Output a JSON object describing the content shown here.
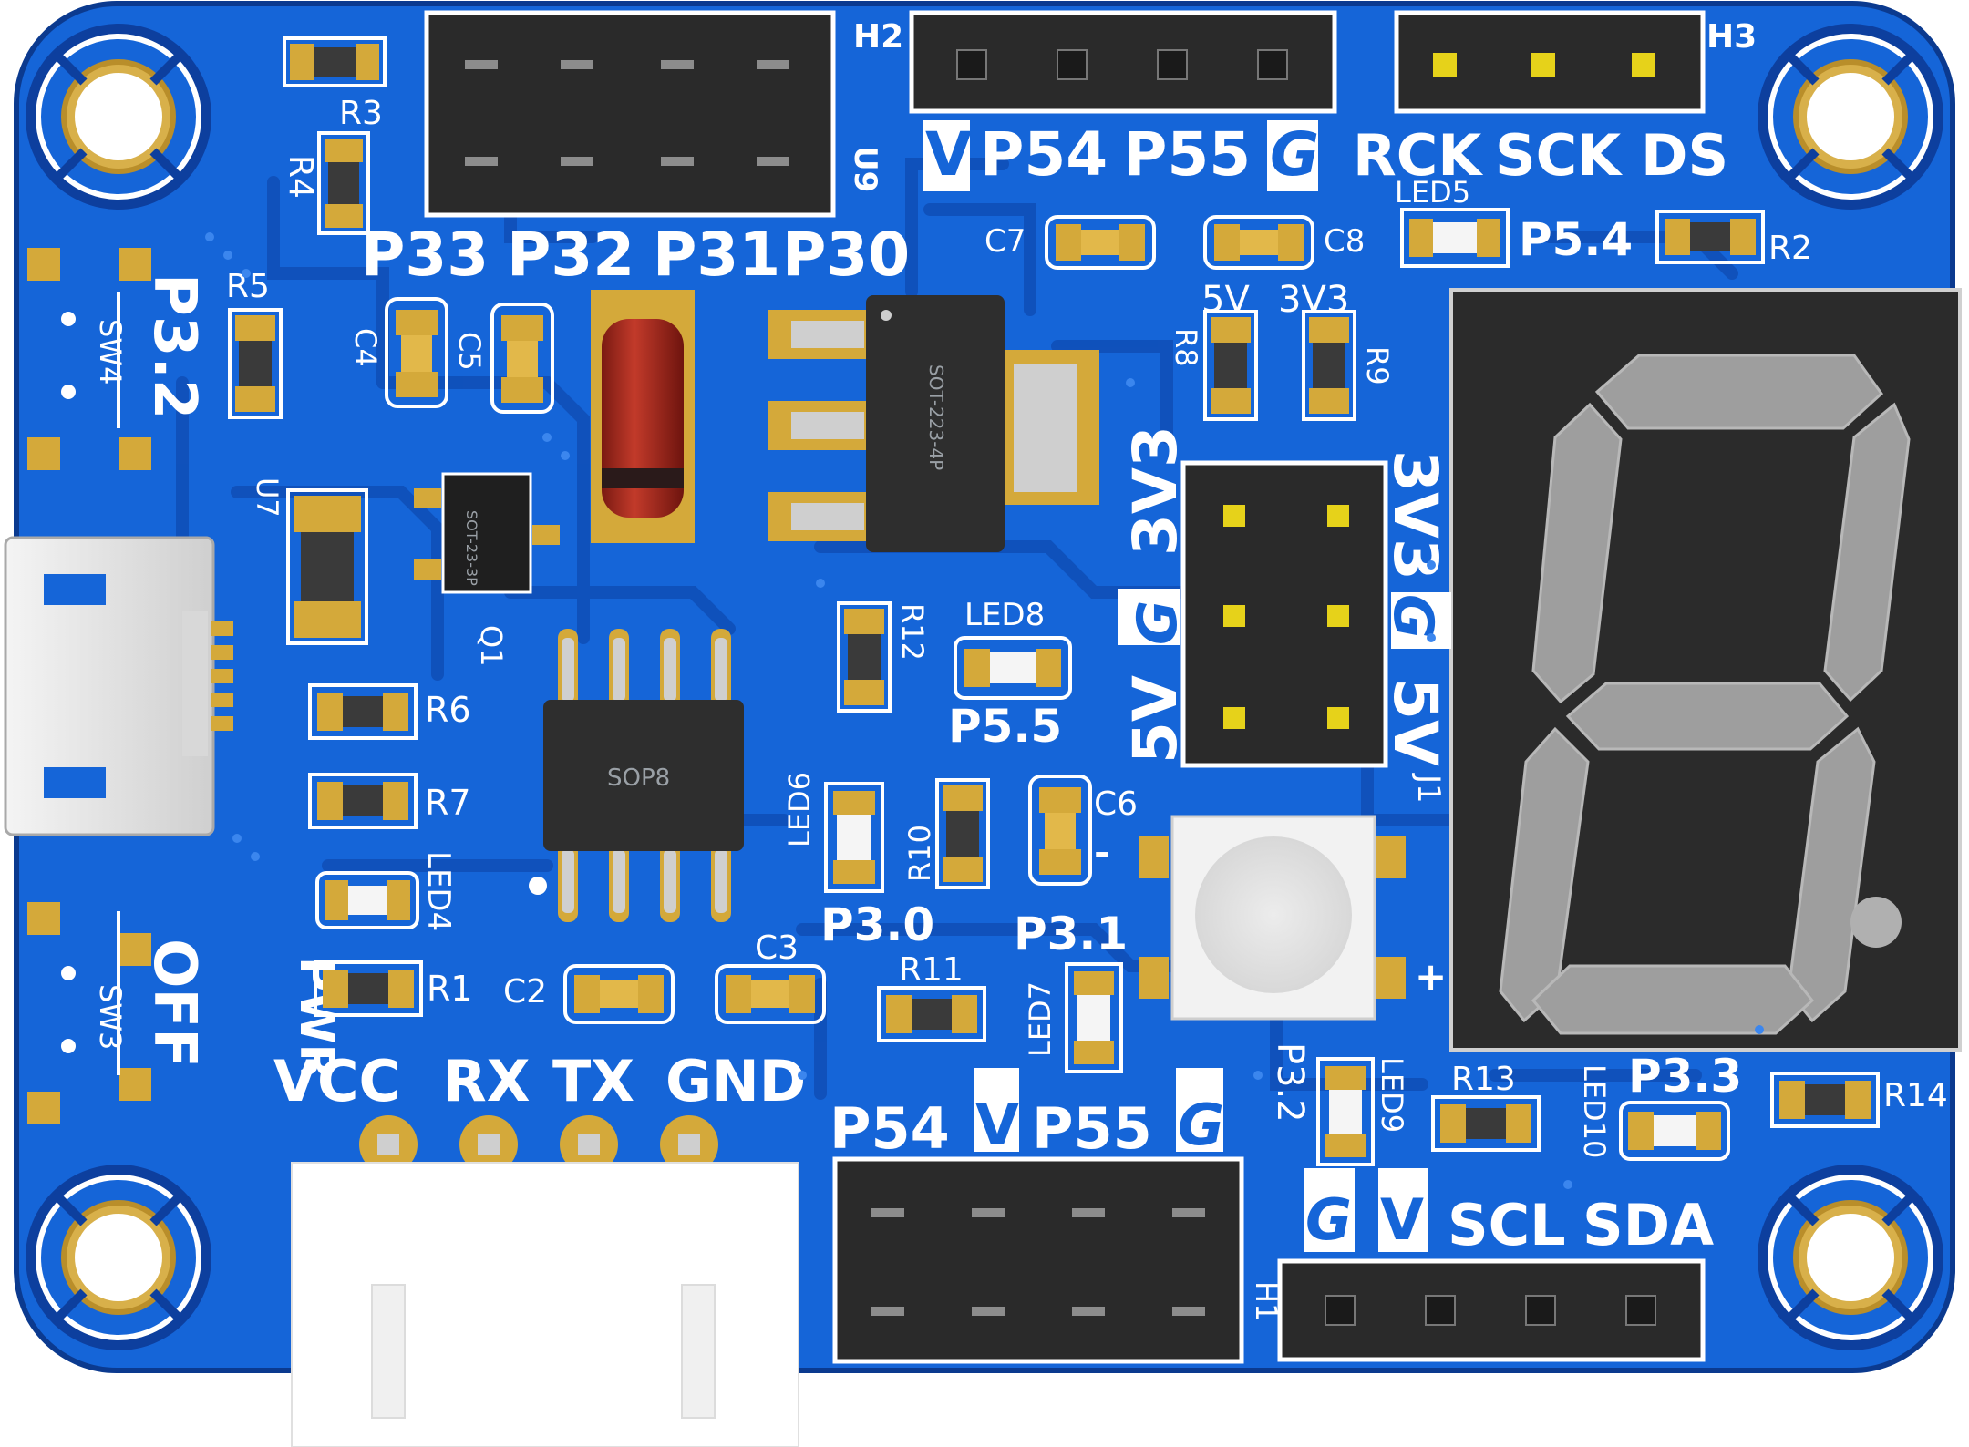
{
  "colors": {
    "board": "#1565d8",
    "board_dark": "#0d3f9e",
    "trace": "#0f4fb8",
    "silk": "#ffffff",
    "pad": "#d4a93a",
    "pin_dark": "#1f1f1f",
    "segment_on": "#9e9e9e",
    "display_body": "#2b2b2b"
  },
  "icons": [
    "mounting-hole-icon",
    "seven-segment-display",
    "usb-connector",
    "pin-header"
  ],
  "labels": {
    "h2": "H2",
    "h3": "H3",
    "h1": "H1",
    "u9": "U9",
    "u7": "U7",
    "q1": "Q1",
    "j1": "J1",
    "r1": "R1",
    "r2": "R2",
    "r3": "R3",
    "r4": "R4",
    "r5": "R5",
    "r6": "R6",
    "r7": "R7",
    "r8": "R8",
    "r9": "R9",
    "r10": "R10",
    "r11": "R11",
    "r12": "R12",
    "r13": "R13",
    "r14": "R14",
    "c2": "C2",
    "c3": "C3",
    "c4": "C4",
    "c5": "C5",
    "c6": "C6",
    "c7": "C7",
    "c8": "C8",
    "led4": "LED4",
    "led5": "LED5",
    "led6": "LED6",
    "led7": "LED7",
    "led8": "LED8",
    "led9": "LED9",
    "led10": "LED10",
    "sw3": "SW3",
    "sw4": "SW4",
    "p33": "P33",
    "p32": "P32",
    "p31": "P31",
    "p30": "P30",
    "v_top": "V",
    "p54_top": "P54",
    "p55_top": "P55",
    "g_top": "G",
    "rck": "RCK",
    "sck": "SCK",
    "ds": "DS",
    "p5_4": "P5.4",
    "p5_5": "P5.5",
    "p3_0": "P3.0",
    "p3_1": "P3.1",
    "p3_2_bottom": "P3.2",
    "p3_3": "P3.3",
    "p3_2_side": "P3.2",
    "five_v": "5V",
    "three_v3": "3V3",
    "j1_3v3_left": "3V3",
    "j1_g_left": "G",
    "j1_5v_left": "5V",
    "j1_3v3_right": "3V3",
    "j1_g_right": "G",
    "j1_5v_right": "5V",
    "pwr": "PWR",
    "off": "OFF",
    "vcc": "VCC",
    "rx": "RX",
    "tx": "TX",
    "gnd": "GND",
    "p54_bottom": "P54",
    "v_bottom": "V",
    "p55_bottom": "P55",
    "g_bottom": "G",
    "g_h1": "G",
    "v_h1": "V",
    "scl": "SCL",
    "sda": "SDA",
    "sop8": "SOP8",
    "sot223": "SOT-223-4P",
    "sot23": "SOT-23-3P",
    "plus": "+",
    "minus": "-"
  }
}
